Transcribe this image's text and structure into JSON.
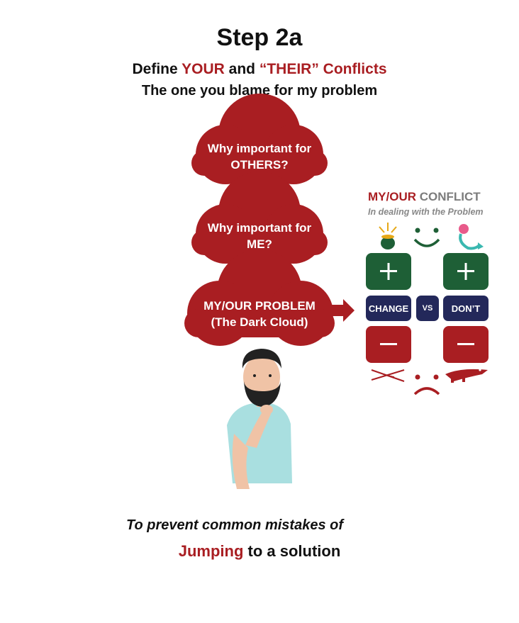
{
  "header": {
    "title": "Step 2a",
    "subtitle_parts": [
      "Define ",
      "YOUR",
      " and ",
      "“THEIR”",
      " Conflicts"
    ],
    "subtitle2": "The one you blame for my problem"
  },
  "clouds": [
    {
      "line1": "Why important for",
      "line2": "OTHERS?"
    },
    {
      "line1": "Why important for",
      "line2": "ME?"
    },
    {
      "line1": "MY/OUR PROBLEM",
      "line2": "(The Dark Cloud)"
    }
  ],
  "conflict": {
    "title_red": "MY/OUR",
    "title_grey": " CONFLICT",
    "subtitle": "In dealing with the Problem",
    "left_label": "CHANGE",
    "vs_label": "VS",
    "right_label": "DON’T",
    "plus": "+",
    "minus": "−"
  },
  "footer": {
    "line1": "To prevent common mistakes of",
    "line2_red": "Jumping",
    "line2_rest": " to a solution"
  },
  "colors": {
    "red": "#a91e22",
    "green": "#1e5f36",
    "navy": "#23285a",
    "arrow_grey": "#8a8a8a"
  }
}
